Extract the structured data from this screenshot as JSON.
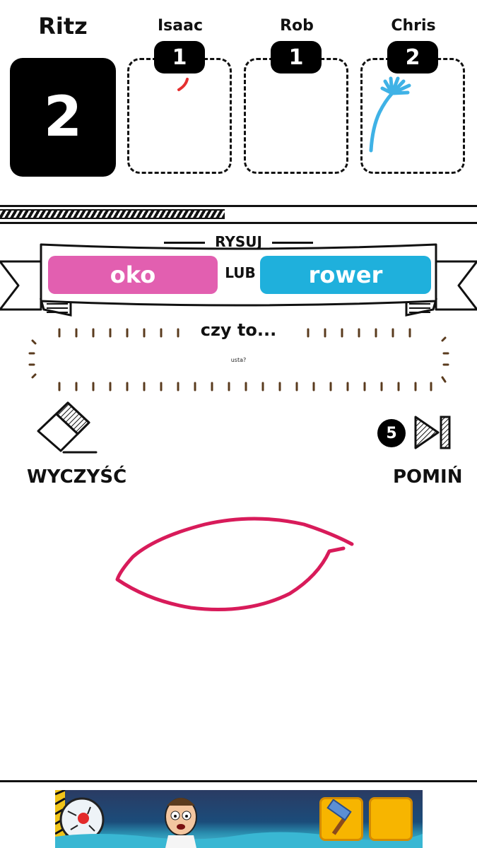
{
  "players": [
    {
      "name": "Ritz",
      "score": "2"
    },
    {
      "name": "Isaac",
      "score": "1"
    },
    {
      "name": "Rob",
      "score": "1"
    },
    {
      "name": "Chris",
      "score": "2"
    }
  ],
  "round": {
    "header": "RYSUJ",
    "option_a": "oko",
    "or_label": "LUB",
    "option_b": "rower"
  },
  "guess": {
    "prompt": "czy to...",
    "text": "usta?"
  },
  "tools": {
    "clear_label": "WYCZYŚĆ",
    "skip_label": "POMIŃ",
    "skips_left": "5"
  },
  "colors": {
    "option_a": "#e25fb0",
    "option_b": "#1fb0dc",
    "drawing_stroke": "#d81b5a",
    "isaac_stroke": "#e53030",
    "chris_stroke": "#3fb2e6"
  },
  "icons": [
    "eraser-icon",
    "skip-forward-icon",
    "hammer-icon"
  ]
}
